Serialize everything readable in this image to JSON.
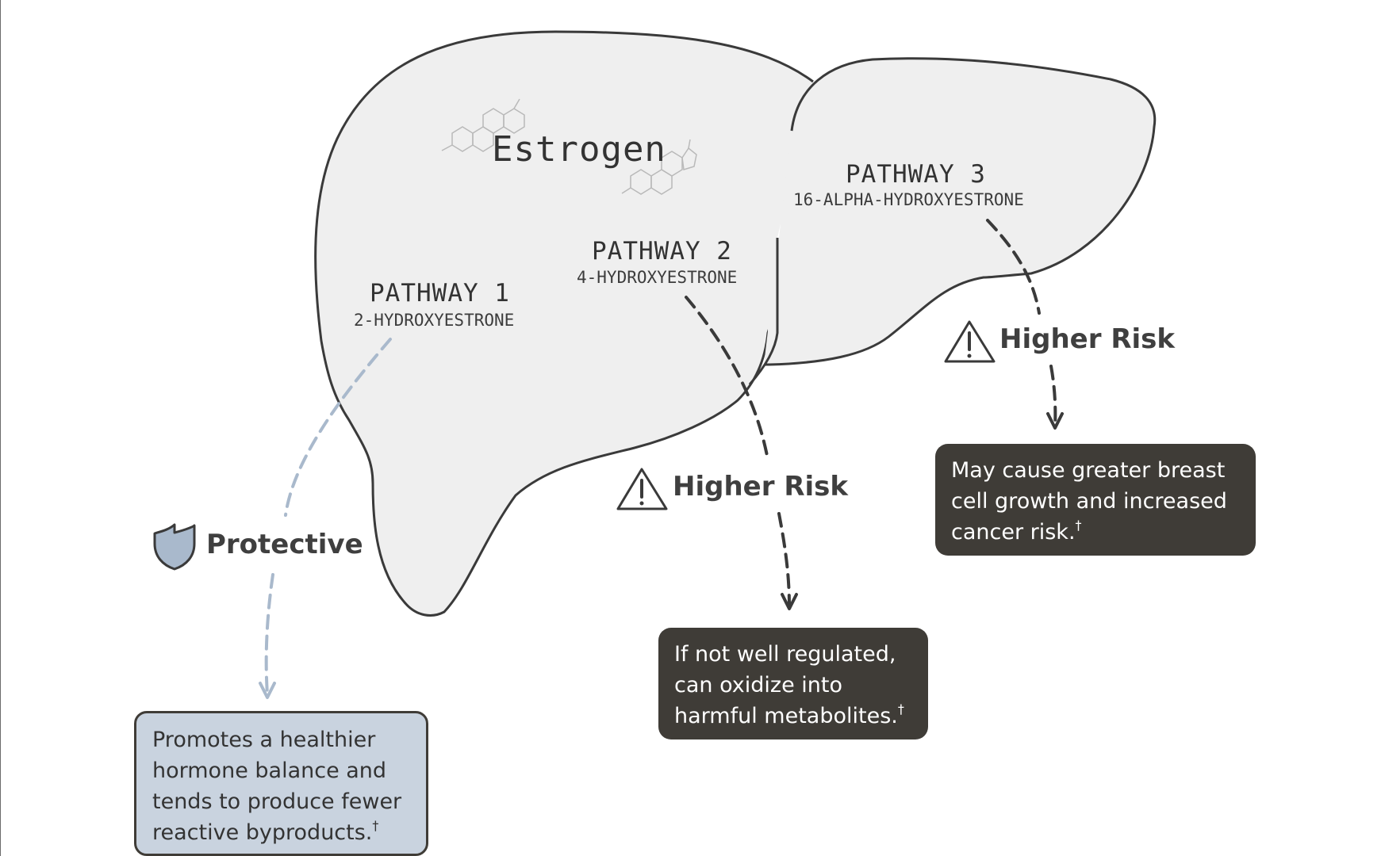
{
  "title": "Estrogen",
  "pathways": [
    {
      "name": "PATHWAY 1",
      "metabolite": "2-HYDROXYESTRONE"
    },
    {
      "name": "PATHWAY 2",
      "metabolite": "4-HYDROXYESTRONE"
    },
    {
      "name": "PATHWAY 3",
      "metabolite": "16-ALPHA-HYDROXYESTRONE"
    }
  ],
  "outcomes": [
    {
      "label": "Protective",
      "icon": "shield-icon",
      "description_lines": [
        "Promotes a healthier",
        "hormone balance and",
        "tends to produce fewer",
        "reactive byproducts."
      ],
      "footnote": "†"
    },
    {
      "label": "Higher Risk",
      "icon": "warning-icon",
      "description_lines": [
        "If not well regulated,",
        "can oxidize into",
        "harmful metabolites."
      ],
      "footnote": "†"
    },
    {
      "label": "Higher Risk",
      "icon": "warning-icon",
      "description_lines": [
        "May cause greater breast",
        "cell growth and increased",
        "cancer risk."
      ],
      "footnote": "†"
    }
  ],
  "colors": {
    "liver_fill": "#efefef",
    "outline": "#3a3a3a",
    "protective_accent": "#a9b9cc",
    "protective_box": "#c9d3df",
    "risk_box": "#3f3c37",
    "risk_arrow": "#3a3a3a"
  }
}
